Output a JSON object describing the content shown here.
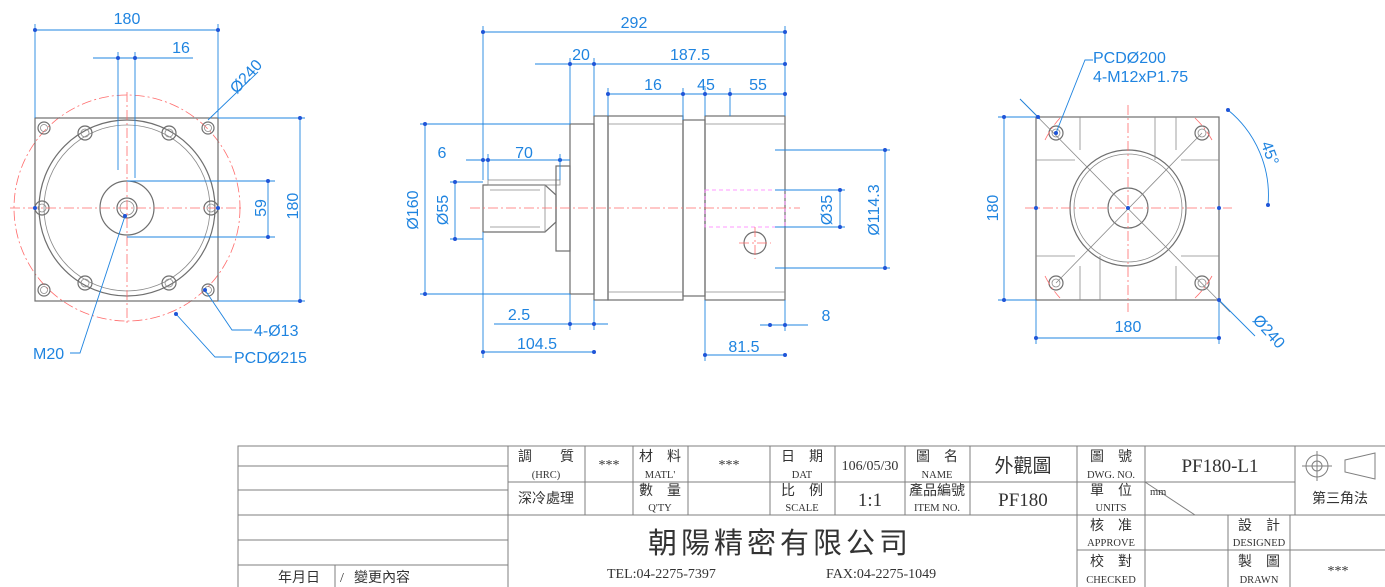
{
  "front_view": {
    "width": "180",
    "offset": "16",
    "flange_diagonal": "Ø240",
    "height": "180",
    "center_offset": "59",
    "hole_callout": "4-Ø13",
    "pcd": "PCDØ215",
    "thread": "M20"
  },
  "side_view": {
    "overall_length": "292",
    "flange_length": "20",
    "body_length": "187.5",
    "section_a": "16",
    "section_b": "45",
    "section_c": "55",
    "key_offset": "6",
    "key_length": "70",
    "pilot_dia": "Ø160",
    "shaft_dia": "Ø55",
    "flange_thickness": "2.5",
    "shaft_to_flange": "104.5",
    "output_dia": "Ø35",
    "output_height": "Ø114.3",
    "rear_offset": "8",
    "rear_length": "81.5"
  },
  "rear_view": {
    "pcd": "PCDØ200",
    "thread": "4-M12xP1.75",
    "angle": "45°",
    "height": "180",
    "width": "180",
    "diagonal": "Ø240"
  },
  "title_block": {
    "hardness_label": "調　　質",
    "hardness_sub": "(HRC)",
    "hardness_value": "***",
    "heat_treat": "深冷處理",
    "material_label": "材　料",
    "material_sub": "MATL'",
    "material_value": "***",
    "qty_label": "數　量",
    "qty_sub": "Q'TY",
    "date_label": "日　期",
    "date_sub": "DAT",
    "date_value": "106/05/30",
    "scale_label": "比　例",
    "scale_sub": "SCALE",
    "scale_value": "1:1",
    "name_label": "圖　名",
    "name_sub": "NAME",
    "name_value": "外觀圖",
    "item_label": "產品編號",
    "item_sub": "ITEM NO.",
    "item_value": "PF180",
    "dwg_label": "圖　號",
    "dwg_sub": "DWG. NO.",
    "dwg_value": "PF180-L1",
    "units_label": "單　位",
    "units_sub": "UNITS",
    "units_value": "mm",
    "projection": "第三角法",
    "company": "朝陽精密有限公司",
    "tel": "TEL:04-2275-7397",
    "fax": "FAX:04-2275-1049",
    "approve_label": "核　准",
    "approve_sub": "APPROVE",
    "checked_label": "校　對",
    "checked_sub": "CHECKED",
    "designed_label": "設　計",
    "designed_sub": "DESIGNED",
    "drawn_label": "製　圖",
    "drawn_sub": "DRAWN",
    "drawn_value": "***",
    "revision_date": "年月日",
    "revision_sep": "/",
    "revision_content": "變更內容"
  }
}
